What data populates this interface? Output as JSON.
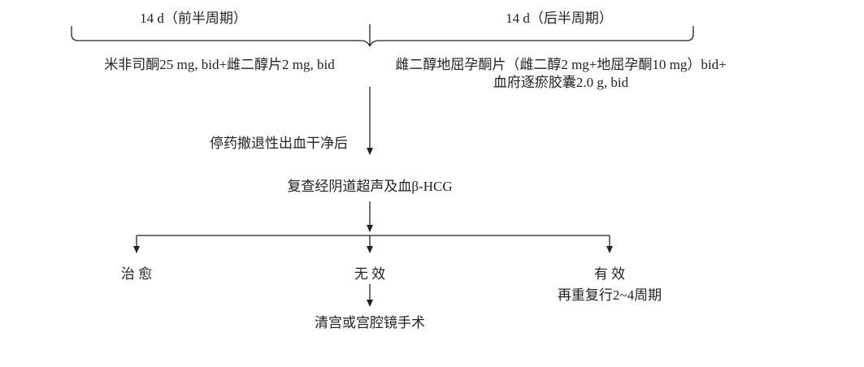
{
  "phase_first": {
    "label": "14 d（前半周期）",
    "regimen": "米非司酮25 mg, bid+雌二醇片2 mg, bid"
  },
  "phase_second": {
    "label": "14 d（后半周期）",
    "regimen_line1": "雌二醇地屈孕酮片（雌二醇2 mg+地屈孕酮10 mg）bid+",
    "regimen_line2": "血府逐瘀胶囊2.0 g, bid"
  },
  "step_stop": "停药撤退性出血干净后",
  "step_recheck": "复查经阴道超声及血β-HCG",
  "outcomes": {
    "cured": "治 愈",
    "ineffective": "无 效",
    "ineffective_action": "清宫或宫腔镜手术",
    "effective": "有 效",
    "effective_action": "再重复行2~4周期"
  }
}
